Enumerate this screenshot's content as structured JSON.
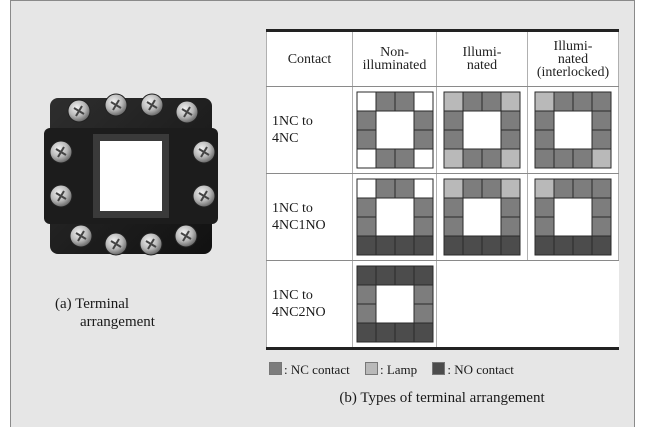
{
  "colors": {
    "nc_contact": "#7d7d7d",
    "lamp": "#b9b9b9",
    "no_contact": "#4c4c4c",
    "empty": "#ffffff",
    "cell_border": "#2a2a2a"
  },
  "photo": {
    "caption_line1": "(a) Terminal",
    "caption_line2": "arrangement"
  },
  "table": {
    "headers": [
      "Contact",
      "Non-\nilluminated",
      "Illumi-\nnated",
      "Illumi-\nnated\n(interlocked)"
    ],
    "header_lines": [
      [
        "Contact"
      ],
      [
        "Non-",
        "illumi-",
        "nated"
      ],
      [
        "Illumi-",
        "nated"
      ],
      [
        "Illumi-",
        "nated",
        "(interlocked)"
      ]
    ],
    "rows": [
      {
        "label": "1NC to\n4NC",
        "symbols": [
          {
            "top": [
              "E",
              "N",
              "N",
              "E"
            ],
            "mid": [
              [
                "N",
                "N"
              ],
              [
                "N",
                "N"
              ]
            ],
            "bottom": [
              "E",
              "N",
              "N",
              "E"
            ]
          },
          {
            "top": [
              "L",
              "N",
              "N",
              "L"
            ],
            "mid": [
              [
                "N",
                "N"
              ],
              [
                "N",
                "N"
              ]
            ],
            "bottom": [
              "L",
              "N",
              "N",
              "L"
            ]
          },
          {
            "top": [
              "L",
              "N",
              "N",
              "N"
            ],
            "mid": [
              [
                "N",
                "N"
              ],
              [
                "N",
                "N"
              ]
            ],
            "bottom": [
              "N",
              "N",
              "N",
              "L"
            ]
          }
        ]
      },
      {
        "label": "1NC to\n4NC1NO",
        "symbols": [
          {
            "top": [
              "E",
              "N",
              "N",
              "E"
            ],
            "mid": [
              [
                "N",
                "N"
              ],
              [
                "N",
                "N"
              ]
            ],
            "bottom": [
              "O",
              "O",
              "O",
              "O"
            ]
          },
          {
            "top": [
              "L",
              "N",
              "N",
              "L"
            ],
            "mid": [
              [
                "N",
                "N"
              ],
              [
                "N",
                "N"
              ]
            ],
            "bottom": [
              "O",
              "O",
              "O",
              "O"
            ]
          },
          {
            "top": [
              "L",
              "N",
              "N",
              "N"
            ],
            "mid": [
              [
                "N",
                "N"
              ],
              [
                "N",
                "N"
              ]
            ],
            "bottom": [
              "O",
              "O",
              "O",
              "O"
            ]
          }
        ]
      },
      {
        "label": "1NC to\n4NC2NO",
        "symbols": [
          {
            "top": [
              "O",
              "O",
              "O",
              "O"
            ],
            "mid": [
              [
                "N",
                "N"
              ],
              [
                "N",
                "N"
              ]
            ],
            "bottom": [
              "O",
              "O",
              "O",
              "O"
            ]
          }
        ]
      }
    ]
  },
  "legend": {
    "nc": ": NC contact",
    "lamp": ": Lamp",
    "no": ": NO contact"
  },
  "caption_b": "(b) Types of terminal arrangement"
}
